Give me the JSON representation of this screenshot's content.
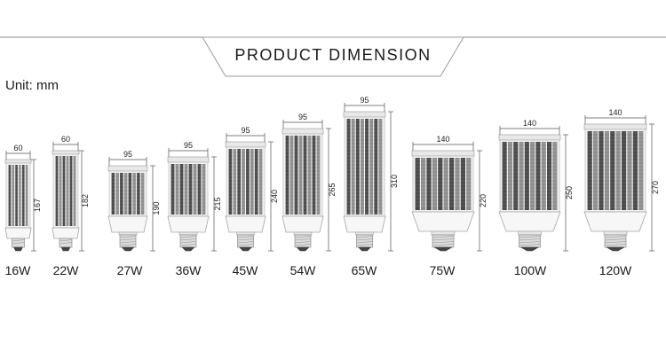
{
  "title": "PRODUCT DIMENSION",
  "unit_label": "Unit: mm",
  "products": [
    {
      "watt": "16W",
      "width": "60",
      "height": "167"
    },
    {
      "watt": "22W",
      "width": "60",
      "height": "182"
    },
    {
      "watt": "27W",
      "width": "95",
      "height": "190"
    },
    {
      "watt": "36W",
      "width": "95",
      "height": "215"
    },
    {
      "watt": "45W",
      "width": "95",
      "height": "240"
    },
    {
      "watt": "54W",
      "width": "95",
      "height": "265"
    },
    {
      "watt": "65W",
      "width": "95",
      "height": "310"
    },
    {
      "watt": "75W",
      "width": "140",
      "height": "220"
    },
    {
      "watt": "100W",
      "width": "140",
      "height": "250"
    },
    {
      "watt": "120W",
      "width": "140",
      "height": "270"
    }
  ]
}
